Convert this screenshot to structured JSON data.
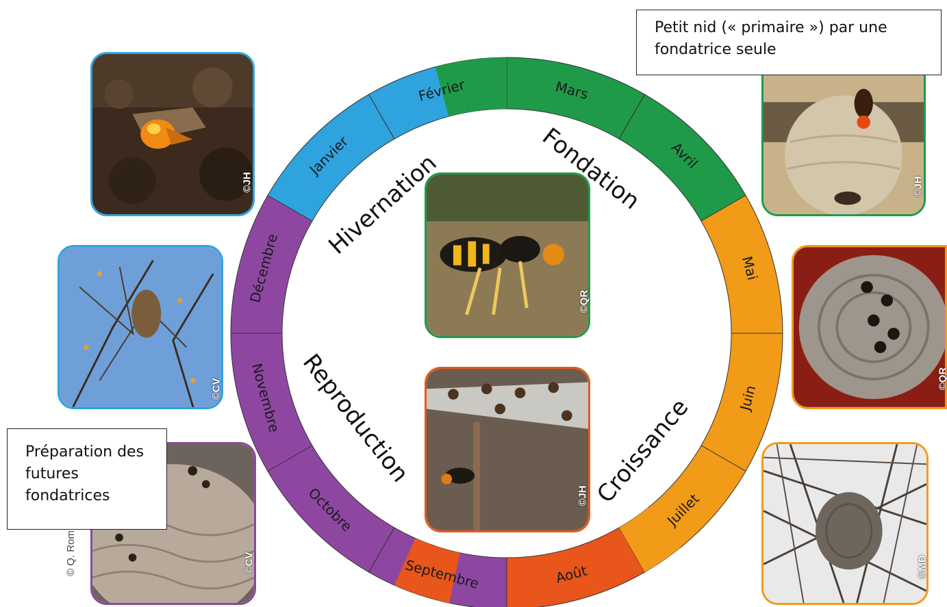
{
  "wheel": {
    "months": [
      {
        "label": "Janvier",
        "color": "#2ea3de"
      },
      {
        "label": "Février",
        "color": "#2ea3de"
      },
      {
        "label": "Mars",
        "color": "#1f9a48"
      },
      {
        "label": "Avril",
        "color": "#1f9a48"
      },
      {
        "label": "Mai",
        "color": "#f29b19"
      },
      {
        "label": "Juin",
        "color": "#f29b19"
      },
      {
        "label": "Juillet",
        "color": "#f29b19"
      },
      {
        "label": "Août",
        "color": "#e8561b"
      },
      {
        "label": "Septembre",
        "color": "#8e47a1"
      },
      {
        "label": "Octobre",
        "color": "#8e47a1"
      },
      {
        "label": "Novembre",
        "color": "#8e47a1"
      },
      {
        "label": "Décembre",
        "color": "#8e47a1"
      }
    ],
    "phases": [
      {
        "label": "Hivernation"
      },
      {
        "label": "Fondation"
      },
      {
        "label": "Croissance"
      },
      {
        "label": "Reproduction"
      }
    ]
  },
  "photos": {
    "top_left": {
      "credit": "©JH",
      "border": "#2ea3de"
    },
    "mid_left": {
      "credit": "©CV",
      "border": "#2ea3de"
    },
    "bottom_left": {
      "credit": "©CV",
      "border": "#8e47a1"
    },
    "top_right": {
      "credit": "©JH",
      "border": "#1f9a48"
    },
    "mid_right": {
      "credit": "©QR",
      "border": "#f29b19"
    },
    "bottom_right": {
      "credit": "©MD",
      "border": "#f29b19"
    },
    "center_top": {
      "credit": "©QR",
      "border": "#1f9a48"
    },
    "center_bottom": {
      "credit": "©JH",
      "border": "#e8561b"
    }
  },
  "callouts": {
    "top_right": "Petit nid (« primaire ») par une fondatrice seule",
    "bottom_left": "Préparation des futures fondatrices"
  },
  "side_credit": "© Q. Rom"
}
